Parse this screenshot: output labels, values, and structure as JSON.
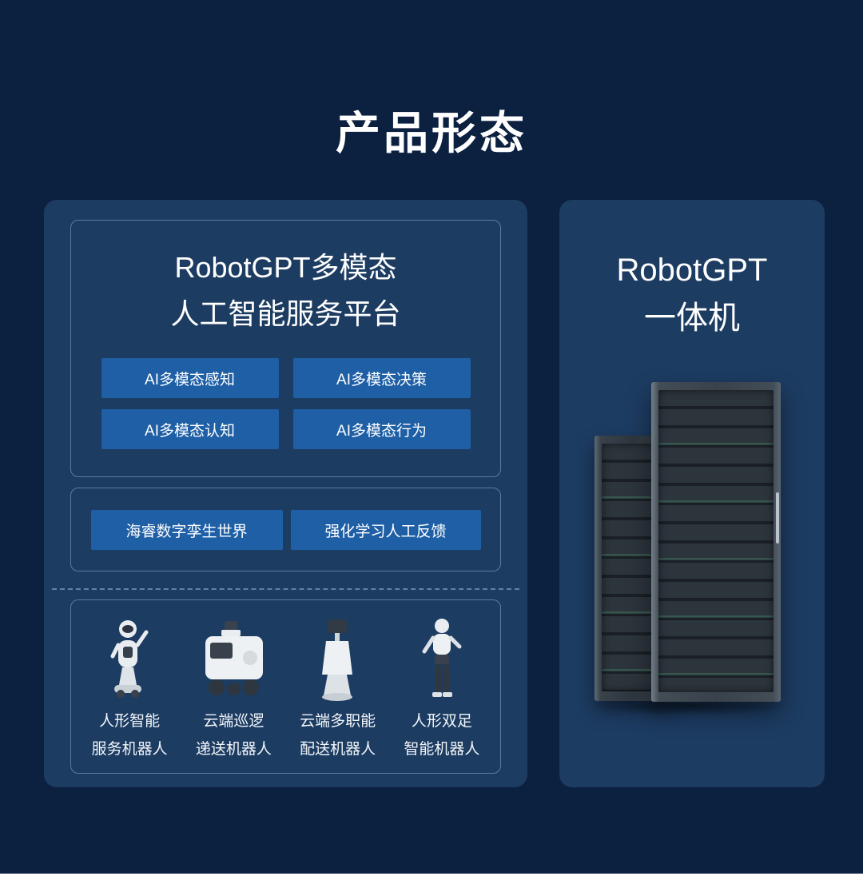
{
  "page": {
    "title": "产品形态",
    "colors": {
      "background": "#0c2040",
      "panel": "#1d3c62",
      "chip": "#1e5fa6",
      "border": "#96afcd",
      "text": "#ffffff"
    }
  },
  "left_panel": {
    "platform": {
      "title_line1": "RobotGPT多模态",
      "title_line2": "人工智能服务平台",
      "buttons": [
        "AI多模态感知",
        "AI多模态决策",
        "AI多模态认知",
        "AI多模态行为"
      ]
    },
    "middle": {
      "buttons": [
        "海睿数字孪生世界",
        "强化学习人工反馈"
      ]
    },
    "robots": [
      {
        "line1": "人形智能",
        "line2": "服务机器人",
        "icon": "humanoid-service-robot"
      },
      {
        "line1": "云端巡逻",
        "line2": "递送机器人",
        "icon": "patrol-delivery-robot"
      },
      {
        "line1": "云端多职能",
        "line2": "配送机器人",
        "icon": "multifunction-delivery-robot"
      },
      {
        "line1": "人形双足",
        "line2": "智能机器人",
        "icon": "bipedal-humanoid-robot"
      }
    ]
  },
  "right_panel": {
    "title_line1": "RobotGPT",
    "title_line2": "一体机",
    "image": "server-racks"
  }
}
